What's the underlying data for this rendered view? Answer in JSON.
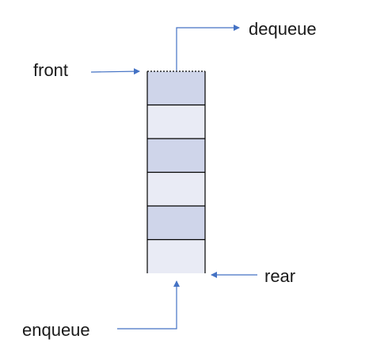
{
  "labels": {
    "front": "front",
    "dequeue": "dequeue",
    "rear": "rear",
    "enqueue": "enqueue"
  },
  "queue": {
    "cells": [
      "dark",
      "light",
      "dark",
      "light",
      "dark",
      "light"
    ]
  },
  "colors": {
    "cell_dark": "#cfd5ea",
    "cell_light": "#e9ebf5",
    "cell_border": "#000000",
    "arrow": "#4472c4"
  }
}
